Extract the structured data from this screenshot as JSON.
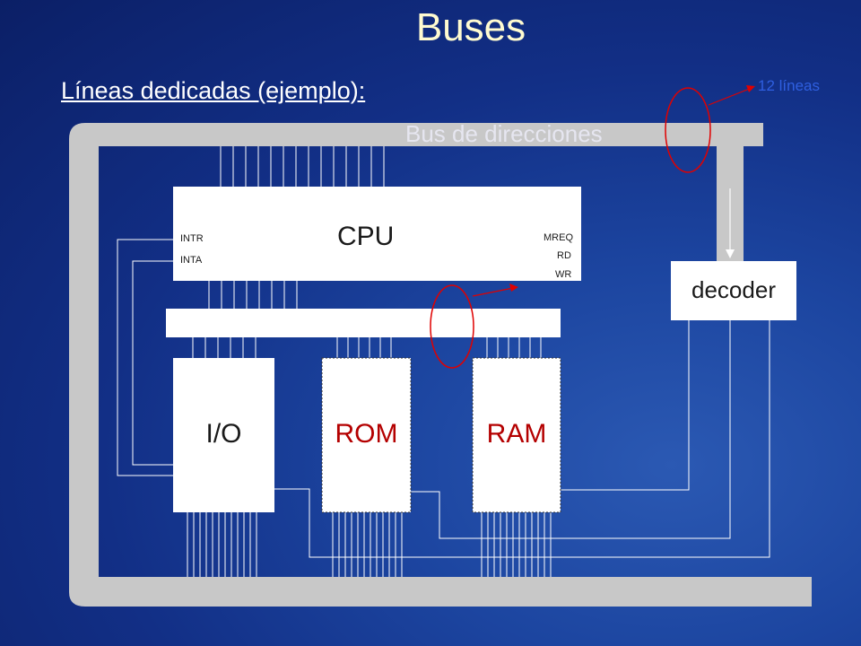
{
  "slide": {
    "title": "Buses",
    "subtitle": "Líneas dedicadas (ejemplo):",
    "annotation": "12 líneas"
  },
  "diagram": {
    "address_bus_label": "Bus de direcciones",
    "cpu": {
      "label": "CPU",
      "pins": [
        "INTR",
        "INTA",
        "MREQ",
        "RD",
        "WR"
      ]
    },
    "decoder_label": "decoder",
    "blocks": [
      "I/O",
      "ROM",
      "RAM"
    ]
  },
  "colors": {
    "background": "#122f86",
    "title": "#fffbd0",
    "bus": "#c8c8c8",
    "memory_label": "#b40000",
    "highlight": "#e00000",
    "annotation": "#2f5fe0"
  }
}
